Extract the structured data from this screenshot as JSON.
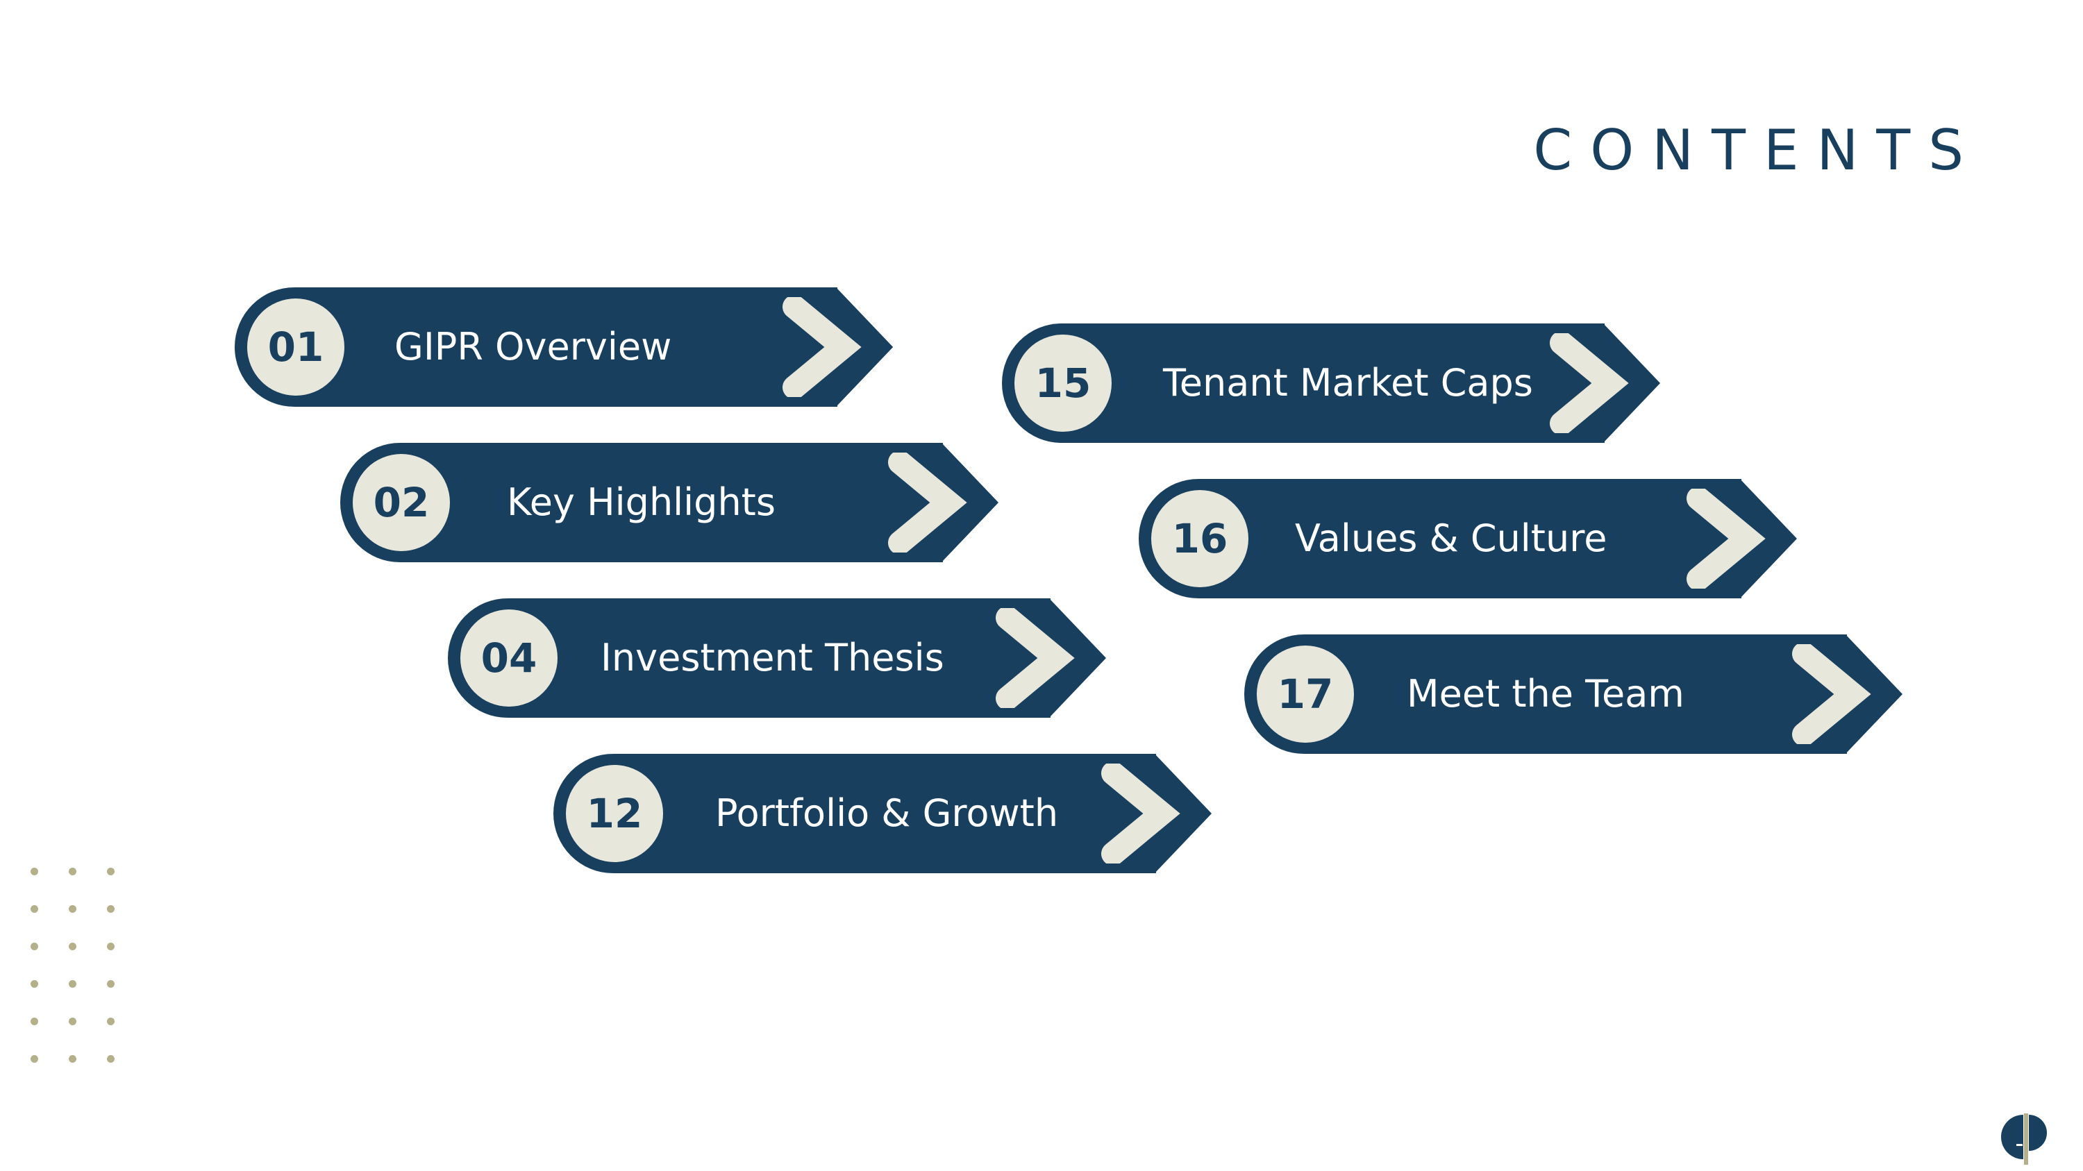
{
  "title": "CONTENTS",
  "items": [
    {
      "number": "01",
      "label": "GIPR Overview"
    },
    {
      "number": "02",
      "label": "Key Highlights"
    },
    {
      "number": "04",
      "label": "Investment Thesis"
    },
    {
      "number": "12",
      "label": "Portfolio & Growth"
    },
    {
      "number": "15",
      "label": "Tenant Market Caps"
    },
    {
      "number": "16",
      "label": "Values & Culture"
    },
    {
      "number": "17",
      "label": "Meet the Team"
    }
  ],
  "colors": {
    "navy": "#183f5e",
    "cream": "#e8e7dc",
    "dot_olive": "#b4b08a"
  }
}
